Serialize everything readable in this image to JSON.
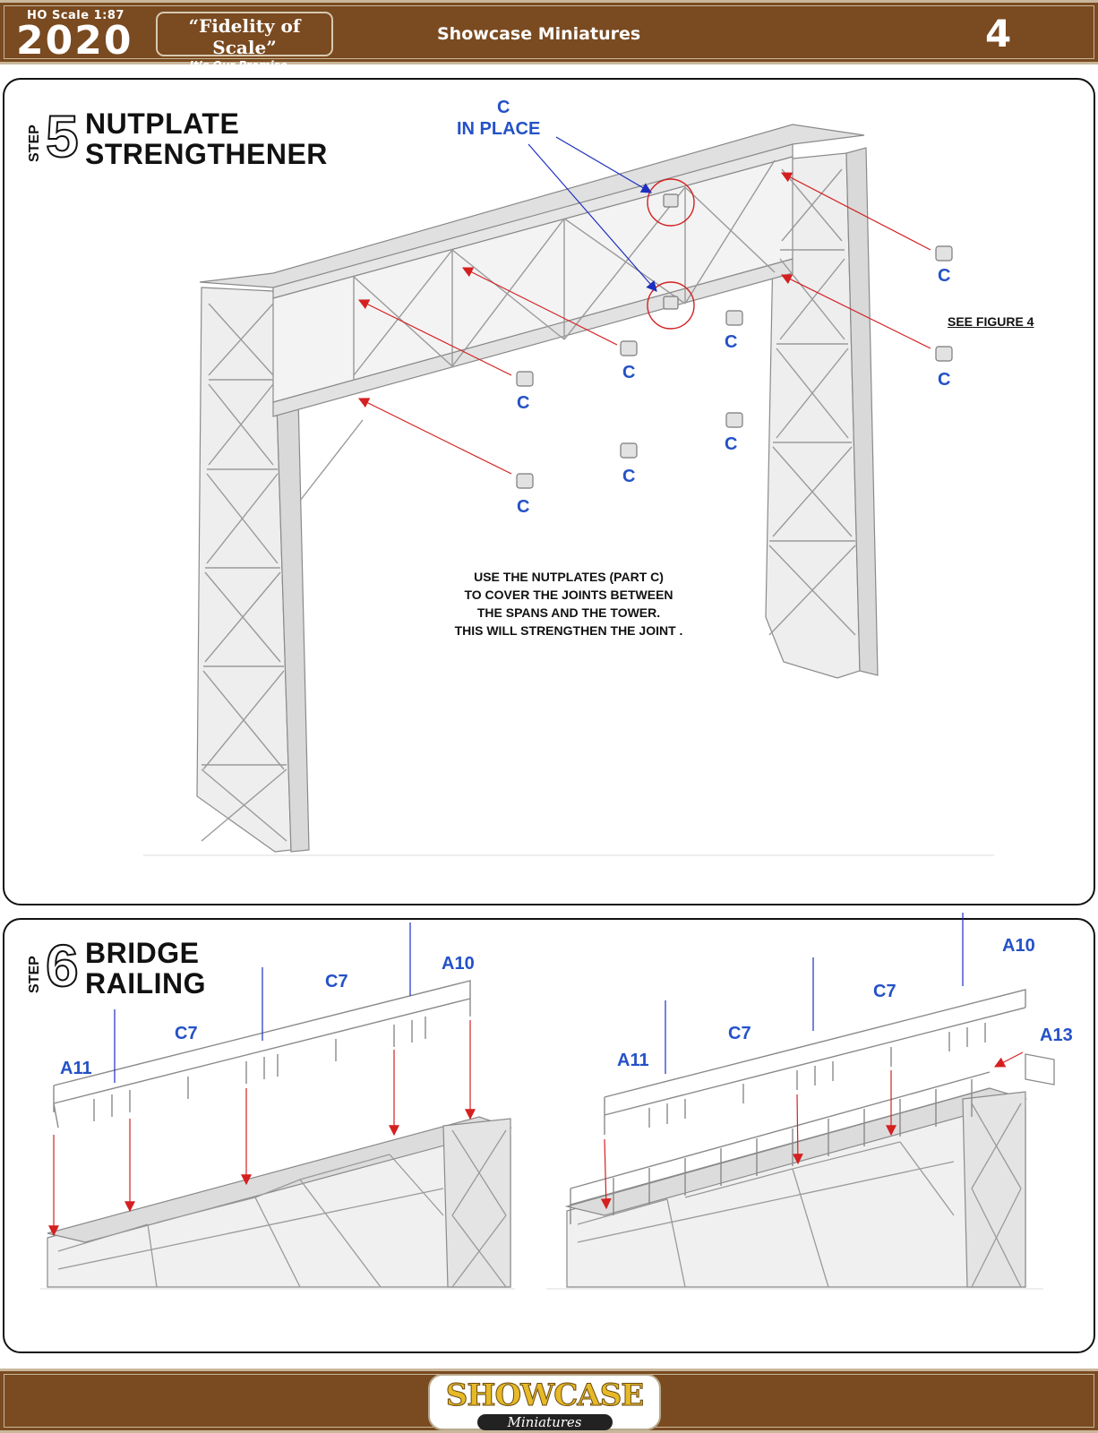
{
  "header": {
    "scale": "HO  Scale  1:87",
    "year": "2020",
    "fidelity_title": "“Fidelity of Scale”",
    "fidelity_sub": "It’s Our Promise...",
    "brand": "Showcase Miniatures",
    "page_number": "4"
  },
  "step5": {
    "step_word": "STEP",
    "number": "5",
    "title_line1": "NUTPLATE",
    "title_line2": "STRENGTHENER",
    "in_place_part": "C",
    "in_place_text": "IN PLACE",
    "part_label": "C",
    "see_figure": "SEE FIGURE 4",
    "instructions": [
      "USE THE NUTPLATES (PART C)",
      "TO COVER THE JOINTS BETWEEN",
      "THE SPANS AND THE TOWER.",
      "THIS WILL STRENGTHEN THE JOINT ."
    ]
  },
  "step6": {
    "step_word": "STEP",
    "number": "6",
    "title_line1": "BRIDGE",
    "title_line2": "RAILING",
    "left_labels": {
      "a11": "A11",
      "c7a": "C7",
      "c7b": "C7",
      "a10": "A10"
    },
    "right_labels": {
      "a11": "A11",
      "c7a": "C7",
      "c7b": "C7",
      "a10": "A10",
      "a13": "A13"
    }
  },
  "footer": {
    "logo_main": "SHOWCASE",
    "logo_sub": "Miniatures"
  },
  "colors": {
    "brown_band": "#7a4a20",
    "label_blue": "#2451c7",
    "arrow_red": "#d42020",
    "arrow_blue": "#1c2fc0"
  }
}
